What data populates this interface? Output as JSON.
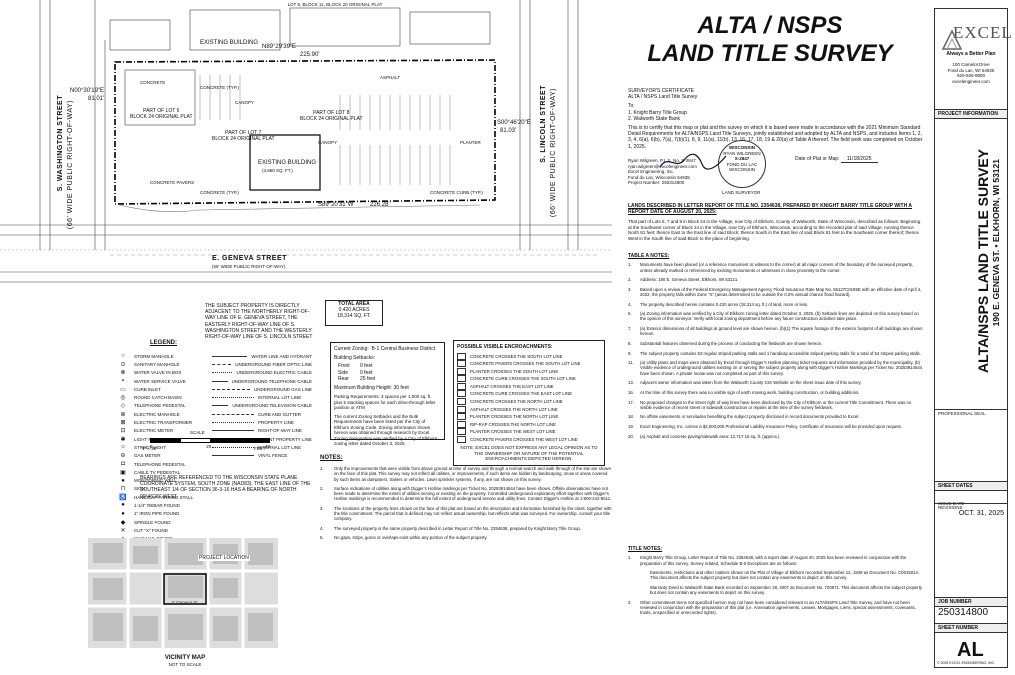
{
  "title": {
    "line1": "ALTA / NSPS",
    "line2": "LAND TITLE SURVEY"
  },
  "company": {
    "name": "EXCEL",
    "tagline": "Always a Better Plan",
    "address": [
      "100 Camelot Drive",
      "Fond du Lac, WI 54935",
      "920-926-9800",
      "excelengineer.com"
    ]
  },
  "project_info": {
    "header": "PROJECT INFORMATION",
    "vertical_title": "ALTA/NSPS LAND TITLE SURVEY",
    "vertical_address": "190 E. GENEVA ST. • ELKHORN, WI 53121",
    "professional_seal": "PROFESSIONAL SEAL"
  },
  "sheet_dates": {
    "header": "SHEET DATES",
    "issue_label": "ISSUE DATE",
    "issue_date": "OCT. 31, 2025",
    "revisions_label": "REVISIONS"
  },
  "job_number": {
    "header": "JOB NUMBER",
    "value": "250314800"
  },
  "sheet_number": {
    "header": "SHEET NUMBER",
    "value": "AL"
  },
  "copyright": "© 2025 EXCEL ENGINEERING, INC.",
  "certificate": {
    "header": "SURVEYOR'S CERTIFICATE",
    "subheader": "ALTA / NSPS Land Title Survey",
    "to": "To:",
    "recipients": [
      "1.   Knight Barry Title Group",
      "2.   Walworth State Bank"
    ],
    "text": "This is to certify that this map or plat and the survey on which it is based were made in accordance with the 2021 Minimum Standard Detail Requirements for ALTA/NSPS Land Title Surveys, jointly established and adopted by ALTA and NSPS, and includes Items 1, 2, 3, 4, 6(a), 6(b), 7(a), 7(b)(1), 8, 9, 11(a), 11(b), 13, 16, 17, 18, 19 & 20(a) of Table A thereof. The field work was completed on October 1, 2025.",
    "surveyor": [
      "Ryan Wilgreen, P.L.S. No. S-2847",
      "ryan.wilgreen@excelengineer.com",
      "Excel Engineering, Inc.",
      "Fond du Lac, Wisconsin 54935",
      "Project Number: 250314800"
    ],
    "date_label": "Date of Plat or Map:",
    "date_value": "11/18/2025",
    "seal": {
      "state": "WISCONSIN",
      "name": "RYAN WILGREEN",
      "number": "S-2847",
      "city": "FOND DU LAC",
      "bottom": "WISCONSIN",
      "label": "LAND SURVEYOR"
    }
  },
  "legal": {
    "header": "LANDS DESCRIBED IN LETTER REPORT OF TITLE NO. 2354638, PREPARED BY KNIGHT BARRY TITLE GROUP WITH A REPORT DATE OF AUGUST 20, 2025:",
    "text": "That part of Lots 6, 7 and 8 in Block 24 in the Village, now City of Elkhorn, County of Walworth, State of Wisconsin, described as follows: Beginning at the Southwest corner of Block 24 in the Village, now City of Elkhorn, Wisconsin, according to the recorded plat of said Village; running thence North 81 feet; thence East to the East line of said Block; thence South in the East line of said Block 81 feet to the Southeast corner thereof; thence West in the South line of said Block to the place of beginning."
  },
  "table_a": {
    "header": "TABLE A NOTES:",
    "items": [
      {
        "n": "1.",
        "t": "Monuments have been placed (or a reference monument or witness to the corner) at all major corners of the boundary of the surveyed property, unless already marked or referenced by existing monuments or witnesses in close proximity to the corner."
      },
      {
        "n": "2.",
        "t": "Address: 190 E. Geneva Street, Elkhorn, WI 53121"
      },
      {
        "n": "3.",
        "t": "Based upon a review of the Federal Emergency Management Agency Flood Insurance Rate Map No. 55127C0195E with an effective date of April 4, 2022, the property falls within Zone \"X\" (areas determined to be outside the 0.2% annual chance flood hazard)."
      },
      {
        "n": "4.",
        "t": "The property described herein contains 0.420 acres (18,314 sq. ft.) of land, more or less."
      },
      {
        "n": "6.",
        "t": "(a) Zoning information was verified by a City of Elkhorn zoning letter dated October 3, 2025. (b) Setback lines are depicted on this survey based on the opinion of this surveyor. Verify with local zoning department before any future construction activities take place."
      },
      {
        "n": "7.",
        "t": "(a) Exterior dimensions of all buildings at ground level are shown hereon. (b)(1) The square footage of the exterior footprint of all buildings are shown hereon."
      },
      {
        "n": "8.",
        "t": "Substantial features observed during the process of conducting the fieldwork are shown hereon."
      },
      {
        "n": "9.",
        "t": "The subject property contains 53 regular striped parking stalls and 1 handicap accessible striped parking stalls for a total of 54 striped parking stalls."
      },
      {
        "n": "11.",
        "t": "(a) Utility plans and maps were obtained by Excel through Digger's Hotline planning ticket requests and information provided by the municipality. (b) Visible evidence of underground utilities existing on or serving the subject property along with Digger's Hotline Markings per Ticket No. 20253914644 have been shown. A private locate was not completed as part of this survey."
      },
      {
        "n": "13.",
        "t": "Adjacent owner information was taken from the Walworth County GIS Website on the sheet issue date of this survey."
      },
      {
        "n": "16.",
        "t": "At the time of this survey there was no visible sign of earth moving work, building construction, or building additions."
      },
      {
        "n": "17.",
        "t": "No proposed changes to the street right of way lines have been disclosed by the City of Elkhorn or the current Title Commitment. There was no visible evidence of recent street or sidewalk construction or repairs at the time of the survey fieldwork."
      },
      {
        "n": "18.",
        "t": "No offsite easements or servitudes benefiting the subject property disclosed in record documents provided to Excel."
      },
      {
        "n": "19.",
        "t": "Excel Engineering, Inc. carries a $2,000,000 Professional Liability Insurance Policy. Certificate of Insurance will be provided upon request."
      },
      {
        "n": "20.",
        "t": "(a) Asphalt and concrete paving/sidewalk area: 12,717.15 sq. ft. (approx.)"
      }
    ]
  },
  "title_notes": {
    "header": "TITLE NOTES:",
    "items": [
      {
        "n": "1.",
        "t": "Knight Barry Title Group, Letter Report of Title No. 2354638, with a report date of August 20, 2025 has been reviewed in conjunction with the preparation of this survey. Survey related, Schedule B-II Exceptions are as follows:"
      },
      {
        "n": "",
        "t": "Easements, restrictions and other matters shown on the Plat of Village of Elkhorn recorded September 12, 1839 as Document No. C001501A. This document affects the subject property but does not contain any easements to depict on this survey."
      },
      {
        "n": "",
        "t": "Warranty Deed to Walworth State Bank recorded on September 28, 2007 as Document No. 720871. This document affects the subject property but does not contain any easements to depict on this survey."
      },
      {
        "n": "2.",
        "t": "Other commitment items not specified hereon may not have been considered relevant to an ALTA/NSPS Land Title Survey, and have not been reviewed in conjunction with the preparation of this plat (i.e. Annexation agreements, Leases, Mortgages, Liens, special assessments, covenants, trusts, unspecified or unrecorded rights)."
      }
    ]
  },
  "notes": {
    "header": "NOTES:",
    "items": [
      {
        "n": "1.",
        "t": "Only the improvements that were visible from above ground at time of survey and through a normal search and walk through of the site are shown on the face of this plat. This survey may not reflect all utilities, or improvements, if such items are hidden by landscaping, snow or areas covered by such items as dumpsters, trailers or vehicles. Lawn sprinkler systems, if any, are not shown on this survey."
      },
      {
        "n": "2.",
        "t": "Surface indications of utilities along with Digger's Hotline markings per Ticket No. 20253914644 have been shown. Offsite observations have not been made to determine the extent of utilities serving or existing on the property. Controlled underground exploratory effort together with Digger's Hotline markings is recommended to determine the full extent of underground service and utility lines. Contact Digger's Hotline at 1-800-242-8511."
      },
      {
        "n": "3.",
        "t": "The locations of the property lines shown on the face of this plat are based on the description and information furnished by the client, together with the title commitment. The parcel that is defined may not reflect actual ownership, but reflects what was surveyed. For ownership, consult your title company."
      },
      {
        "n": "4.",
        "t": "The surveyed property is the same property described in Letter Report of Title No. 2354638, prepared by Knight Barry Title Group."
      },
      {
        "n": "5.",
        "t": "No gaps, strips, gores or overlaps exist within any portion of the subject property."
      }
    ]
  },
  "zoning": {
    "current_label": "Current Zoning:",
    "current_value": "B-1 Central Business District",
    "setbacks_label": "Building Setbacks:",
    "setbacks": [
      {
        "k": "Front",
        "v": "0 feet"
      },
      {
        "k": "Side",
        "v": "0 feet"
      },
      {
        "k": "Rear",
        "v": "25 feet"
      }
    ],
    "height": "Maximum Building Height: 30 feet",
    "parking": "Parking Requirements: 3 spaces per 1,000 sq. ft. plus 5 stacking spaces for each drive-through teller position or ATM",
    "text": "The current Zoning Setbacks and the Bulk Requirements have been listed per the City of Elkhorn Zoning Code. Zoning information shown hereon was obtained through research by Excel. Zoning designation was verified by a City of Elkhorn zoning letter dated October 3, 2025."
  },
  "encroachments": {
    "header": "POSSIBLE VISIBLE ENCROACHMENTS:",
    "items": [
      "CONCRETE CROSSES THE SOUTH LOT LINE",
      "CONCRETE PAVERS CROSSES THE SOUTH LOT LINE",
      "PLANTER CROSSES THE SOUTH LOT LINE",
      "CONCRETE CURB CROSSES THE SOUTH LOT LINE",
      "ASPHALT CROSSES THE EAST LOT LINE",
      "CONCRETE CURB CROSSES THE EAST LOT LINE",
      "CONCRETE CROSSES THE NORTH LOT LINE",
      "ASPHALT CROSSES THE NORTH LOT LINE",
      "PLANTER CROSSES THE NORTH LOT LINE",
      "RIP-RAP CROSSES THE NORTH LOT LINE",
      "PLANTER CROSSES THE WEST LOT LINE",
      "CONCRETE PAVERS CROSSES THE WEST LOT LINE"
    ],
    "note": "NOTE: EXCEL DOES NOT EXPRESS ANY LEGAL OPINION AS TO THE OWNERSHIP OR NATURE OF THE POTENTIAL ENCROACHMENTS DEPICTED HEREON."
  },
  "legend": {
    "header": "LEGEND:",
    "symbols": [
      {
        "sym": "○",
        "t": "STORM MANHOLE"
      },
      {
        "sym": "⊙",
        "t": "SANITARY MANHOLE"
      },
      {
        "sym": "⊗",
        "t": "WATER VALVE IN BOX"
      },
      {
        "sym": "▪",
        "t": "WATER SERVICE VALVE"
      },
      {
        "sym": "▭",
        "t": "CURB INLET"
      },
      {
        "sym": "◎",
        "t": "ROUND CATCH BASIN"
      },
      {
        "sym": "◇",
        "t": "TELEPHONE PEDESTAL"
      },
      {
        "sym": "⊕",
        "t": "ELECTRIC MANHOLE"
      },
      {
        "sym": "⊠",
        "t": "ELECTRIC TRANSFORMER"
      },
      {
        "sym": "⊡",
        "t": "ELECTRIC METER"
      },
      {
        "sym": "✱",
        "t": "LIGHT POLE"
      },
      {
        "sym": "☼",
        "t": "STREET LIGHT"
      },
      {
        "sym": "⊖",
        "t": "GAS METER"
      },
      {
        "sym": "◘",
        "t": "TELEPHONE PEDESTAL"
      },
      {
        "sym": "▣",
        "t": "CABLE TV PEDESTAL"
      },
      {
        "sym": "●",
        "t": "MONITORING WELL"
      },
      {
        "sym": "⊓",
        "t": "SIGN"
      },
      {
        "sym": "♿",
        "t": "HANDICAP PARKING STALL"
      },
      {
        "sym": "●",
        "t": "1-1/4\" REBAR FOUND"
      },
      {
        "sym": "●",
        "t": "1\" IRON PIPE FOUND"
      },
      {
        "sym": "◆",
        "t": "SPINDLE FOUND"
      },
      {
        "sym": "✕",
        "t": "CUT \"X\" FOUND"
      },
      {
        "sym": "▲",
        "t": "MAG NAIL FOUND"
      }
    ],
    "lines": [
      "WATER LINE AND HYDRANT",
      "UNDERGROUND FIBER OPTIC LINE",
      "UNDERGROUND ELECTRIC CABLE",
      "UNDERGROUND TELEPHONE CABLE",
      "UNDERGROUND GAS LINE",
      "INTERNAL LOT LINE",
      "UNDERGROUND TELEVISION CABLE",
      "CURB AND GUTTER",
      "PROPERTY LINE",
      "RIGHT-OF-WAY LINE",
      "ADJACENT PROPERTY LINE",
      "INTERNAL LOT LINE",
      "VINYL FENCE"
    ]
  },
  "bearings": "BEARINGS ARE REFERENCED TO THE WISCONSIN STATE PLANE COORDINATE SYSTEM, SOUTH ZONE (NAD83). THE EAST LINE OF THE SOUTHEAST 1/4 OF SECTION 36-3-16 HAS A BEARING OF NORTH 00°46'20\" WEST.",
  "scale": {
    "label": "SCALE",
    "unit": "FEET",
    "ratio": "1\" = 20'",
    "ticks": [
      "0",
      "20",
      "40"
    ]
  },
  "vicinity": {
    "label": "VICINITY MAP",
    "sub": "NOT TO SCALE",
    "project": "PROJECT LOCATION",
    "streets": [
      "E Geneva St"
    ]
  },
  "map": {
    "street_west": "S. WASHINGTON STREET",
    "street_west_sub": "(66' WIDE PUBLIC RIGHT-OF-WAY)",
    "street_east": "S. LINCOLN STREET",
    "street_east_sub": "(66' WIDE PUBLIC RIGHT-OF-WAY)",
    "street_south": "E. GENEVA STREET",
    "street_south_sub": "(66' WIDE PUBLIC RIGHT-OF-WAY)",
    "bearing_north": "N89°29'39\"E",
    "dist_north": "225.90'",
    "bearing_south": "S89°20'31\"W",
    "dist_south": "226.28'",
    "bearing_west": "N00°30'19\"E",
    "dist_west": "81.01'",
    "bearing_east": "S00°46'20\"E",
    "dist_east": "81.03'",
    "existing_building_n": "EXISTING BUILDING",
    "existing_building": "EXISTING BUILDING",
    "existing_building_area": "(3,860 SQ. FT.)",
    "lot_labels": [
      "PART OF LOT 6",
      "BLOCK 24 ORIGINAL PLAT",
      "PART OF LOT 7",
      "BLOCK 24 ORIGINAL PLAT",
      "PART OF LOT 8",
      "BLOCK 24 ORIGINAL PLAT"
    ],
    "total_area": {
      "label": "TOTAL AREA",
      "acres": "0.420 ACRES",
      "sqft": "18,314 SQ. FT."
    },
    "subject_note": "THE SUBJECT PROPERTY IS DIRECTLY ADJACENT TO THE NORTHERLY RIGHT-OF-WAY LINE OF E. GENEVA STREET, THE EASTERLY RIGHT-OF-WAY LINE OF S. WASHINGTON STREET AND THE WESTERLY RIGHT-OF-WAY LINE OF S. LINCOLN STREET",
    "block_north": "LOT 6, BLOCK 11, BLOCK 20 ORIGINAL PLAT",
    "misc": [
      "CONCRETE",
      "ASPHALT",
      "CONCRETE (TYP.)",
      "PLANTER",
      "CANOPY",
      "CONCRETE PAVERS",
      "CONCRETE CURB (TYP.)",
      "CONCRETE (TYP.)",
      "CANOPY"
    ]
  }
}
